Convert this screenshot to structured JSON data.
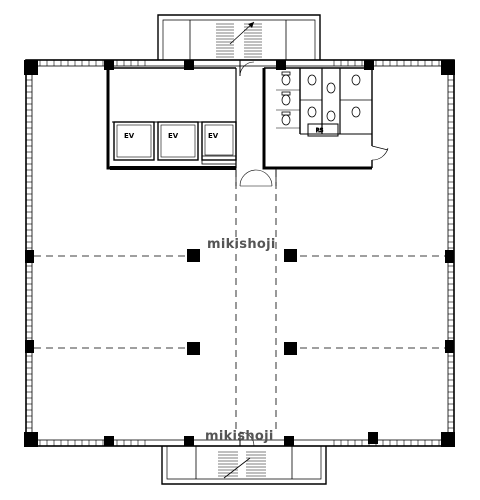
{
  "watermark": "mikishoji",
  "elevators": [
    {
      "label": "EV"
    },
    {
      "label": "EV"
    },
    {
      "label": "EV"
    }
  ],
  "shaft_label": "P.S",
  "colors": {
    "wall": "#000000",
    "line": "#222222",
    "watermark": "#555555",
    "background": "#ffffff"
  }
}
